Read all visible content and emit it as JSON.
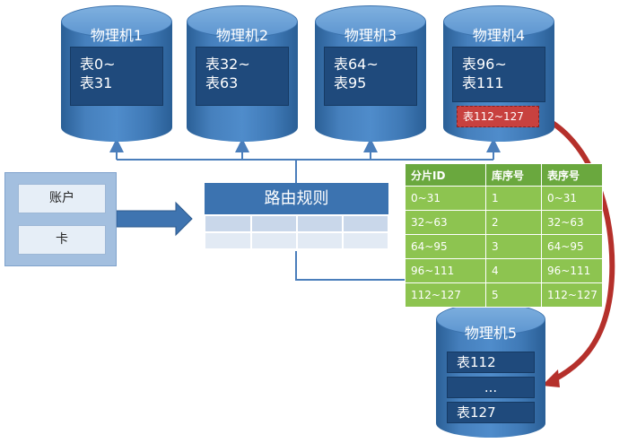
{
  "machines": [
    {
      "name": "物理机1",
      "tables": [
        "表0~",
        "表31"
      ]
    },
    {
      "name": "物理机2",
      "tables": [
        "表32~",
        "表63"
      ]
    },
    {
      "name": "物理机3",
      "tables": [
        "表64~",
        "表95"
      ]
    },
    {
      "name": "物理机4",
      "tables": [
        "表96~",
        "表111"
      ]
    }
  ],
  "overflow_chip": "表112~127",
  "machine5": {
    "name": "物理机5",
    "rows": [
      "表112",
      "...",
      "表127"
    ]
  },
  "sources": [
    "账户",
    "卡"
  ],
  "routing_rule": "路由规则",
  "routing_table": {
    "headers": [
      "分片ID",
      "库序号",
      "表序号"
    ],
    "rows": [
      [
        "0~31",
        "1",
        "0~31"
      ],
      [
        "32~63",
        "2",
        "32~63"
      ],
      [
        "64~95",
        "3",
        "64~95"
      ],
      [
        "96~111",
        "4",
        "96~111"
      ],
      [
        "112~127",
        "5",
        "112~127"
      ]
    ]
  },
  "colors": {
    "cylinder": "#4680bd",
    "table_box": "#1f4a7c",
    "route_header": "#3c73b0",
    "table_header": "#6aa83e",
    "table_cell": "#8dc450",
    "migration_arrow": "#b5302b",
    "connector": "#4a7ebb"
  }
}
